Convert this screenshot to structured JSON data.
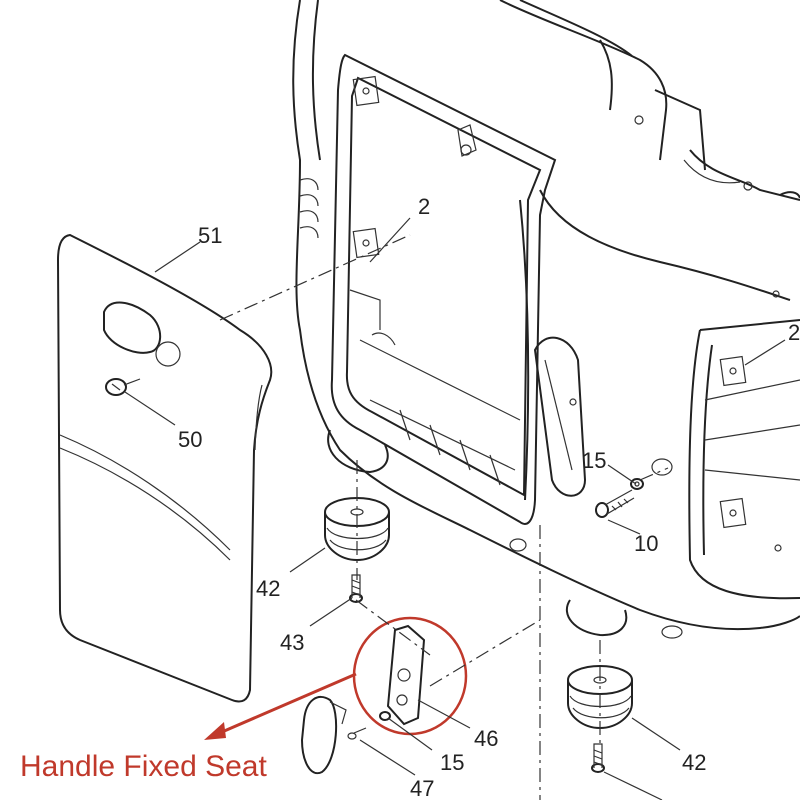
{
  "caption": {
    "text": "Handle Fixed Seat",
    "color": "#c0392b"
  },
  "callouts": {
    "c51": "51",
    "c50": "50",
    "c2a": "2",
    "c2b": "2",
    "c15a": "15",
    "c10": "10",
    "c42a": "42",
    "c43": "43",
    "c46": "46",
    "c15b": "15",
    "c47": "47",
    "c42b": "42"
  },
  "colors": {
    "line": "#222222",
    "highlight": "#c0392b"
  }
}
